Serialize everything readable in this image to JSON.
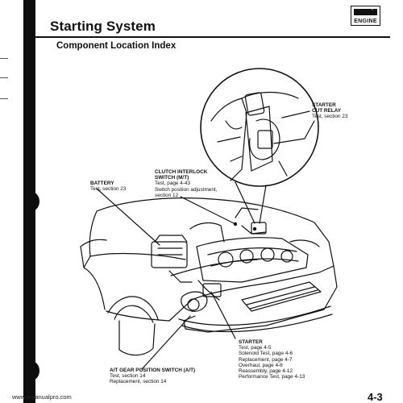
{
  "header": {
    "title": "Starting System",
    "subtitle": "Component Location Index",
    "badge": {
      "label": "ENGINE",
      "minus": "−",
      "plus": "+",
      "icon": "battery-icon"
    }
  },
  "callouts": {
    "starter_cut_relay": {
      "name_1": "STARTER",
      "name_2": "CUT RELAY",
      "lines": [
        "Test, section 23"
      ]
    },
    "clutch_interlock": {
      "name_1": "CLUTCH INTERLOCK",
      "name_2": "SWITCH (M/T)",
      "lines": [
        "Test, page 4-43",
        "Switch position adjustment,",
        "section 12"
      ]
    },
    "battery": {
      "name_1": "BATTERY",
      "lines": [
        "Test, section 23"
      ]
    },
    "starter": {
      "name_1": "STARTER",
      "lines": [
        "Test, page 4-5",
        "Solenoid Test, page 4-6",
        "Replacement, page 4-7",
        "Overhaul, page 4-8",
        "Reassembly, page 4-12",
        "Performance Test, page 4-13"
      ]
    },
    "at_gear_switch": {
      "name_1": "A/T GEAR POSITION SWITCH (A/T)",
      "lines": [
        "Test, section 14",
        "Replacement, section 14"
      ]
    }
  },
  "footer": {
    "url": "www.emanualpro.com",
    "page": "4-3"
  }
}
